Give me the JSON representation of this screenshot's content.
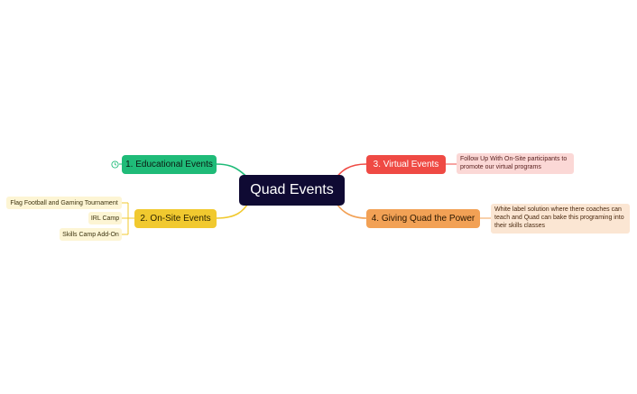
{
  "center": {
    "label": "Quad Events"
  },
  "branches": [
    {
      "label": "1. Educational Events",
      "color": "#1fbb78"
    },
    {
      "label": "2. On-Site Events",
      "color": "#f1c92f",
      "children": [
        "Flag Football and Gaming Tournament",
        "IRL Camp",
        "Skills Camp Add-On"
      ]
    },
    {
      "label": "3. Virtual Events",
      "color": "#ef4a44",
      "note": "Follow Up With On-Site participants to promote our virtual programs"
    },
    {
      "label": "4. Giving Quad the Power",
      "color": "#f2a155",
      "note": "White label solution where there coaches can teach and Quad can bake this programing into their skills classes"
    }
  ],
  "icons": {
    "educational_marker": "clock-icon"
  }
}
